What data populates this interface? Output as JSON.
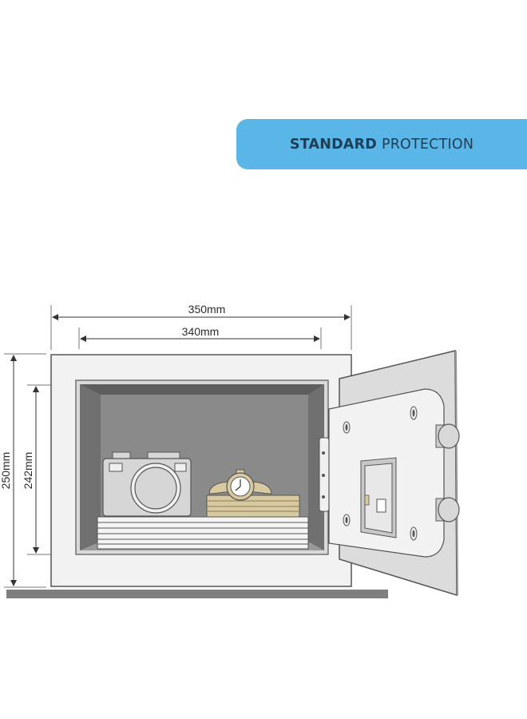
{
  "banner": {
    "strong": "STANDARD",
    "rest": "PROTECTION",
    "color": "#5ab6e6"
  },
  "dimensions": {
    "outer_width": "350mm",
    "inner_width": "340mm",
    "outer_height": "250mm",
    "inner_height": "242mm"
  },
  "colors": {
    "body": "#f2f2f2",
    "outline": "#555555",
    "interior": "#8a8a8a",
    "floor": "#7f7f7f",
    "items": "#d8c9a0"
  },
  "icons": [
    "safe-body",
    "open-door",
    "camera-icon",
    "watch-icon",
    "stacked-papers",
    "keypad-lock",
    "door-knob"
  ]
}
